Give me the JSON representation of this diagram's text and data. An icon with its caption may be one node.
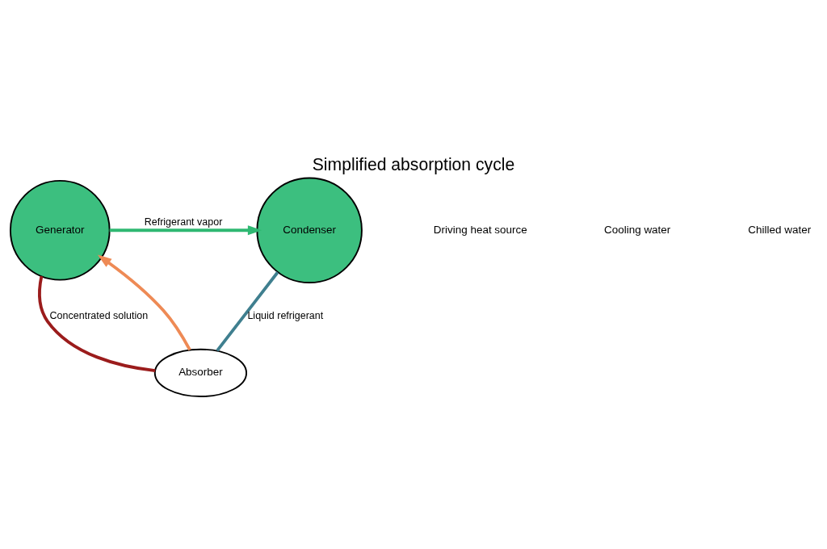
{
  "diagram": {
    "title": "Simplified absorption cycle",
    "nodes": [
      {
        "text": [
          "Condenser"
        ]
      },
      {
        "text": [
          "Generator"
        ]
      },
      {
        "text": [
          "Absorber"
        ]
      }
    ],
    "edges": [
      {
        "from": 1,
        "to": 0,
        "arrow": "to",
        "label": "Refrigerant vapor",
        "color": "#2fb872"
      },
      {
        "from": 0,
        "to": 2,
        "arrow": "none",
        "label": "Liquid refrigerant",
        "color": "#3f7f8f"
      },
      {
        "from": 1,
        "to": 2,
        "arrow": "none",
        "label": "Concentrated solution",
        "color": "#9b1c1c"
      },
      {
        "from": 2,
        "to": 1,
        "arrow": "to",
        "color": "#ee8a55"
      }
    ],
    "labels": [
      "Driving heat source",
      "Cooling water",
      "Chilled water"
    ]
  }
}
